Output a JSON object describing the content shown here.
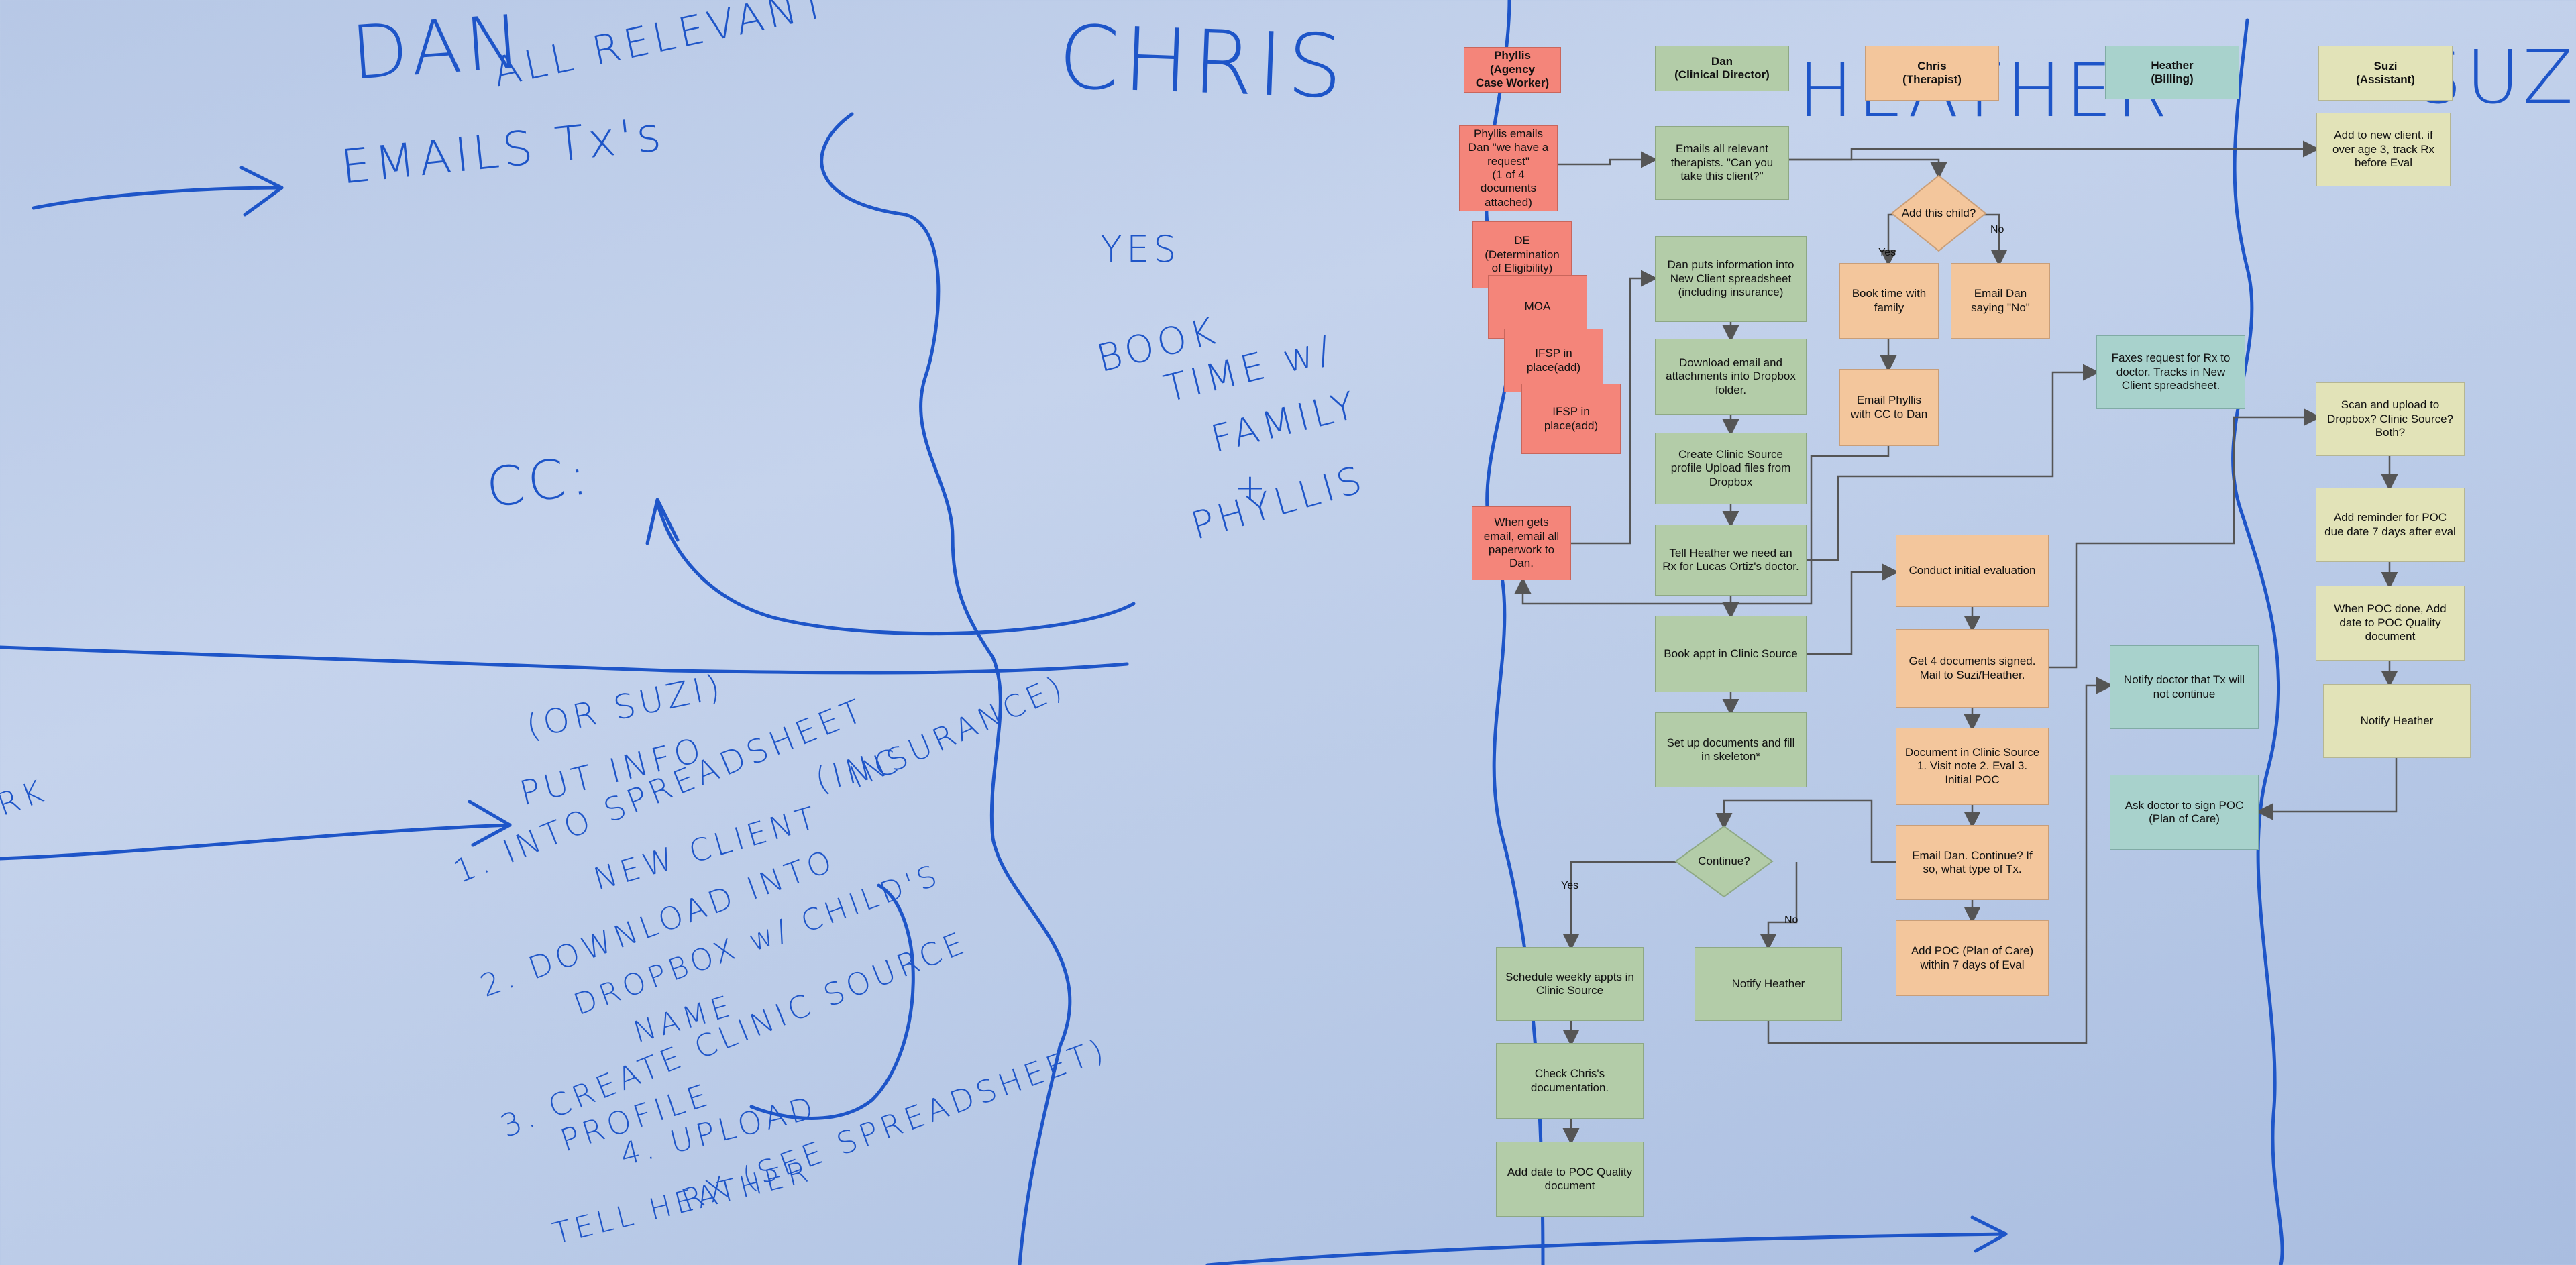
{
  "colors": {
    "ink": "#1e55c8",
    "phyllis": "#f4857a",
    "dan": "#b3cca8",
    "chris": "#f3c69c",
    "heather": "#a8d2cc",
    "suzi": "#e2e3b8"
  },
  "handwriting": {
    "dan": "DAN",
    "all_relevant": "ALL RELEVANT",
    "emails_txs": "EMAILS Tx's",
    "chris": "CHRIS",
    "yes": "YES",
    "book_time": "BOOK",
    "time_w": "TIME w/",
    "family": "FAMILY",
    "plus": "+",
    "phyllis": "PHYLLIS",
    "cc": "CC:",
    "or_suzi": "(OR SUZI)",
    "put_info": "PUT INFO",
    "into_spreadsheet": "1. INTO SPREADSHEET",
    "new_client": "NEW CLIENT",
    "inc": "(INC",
    "insurance": "INSURANCE)",
    "download_into": "2. DOWNLOAD INTO",
    "dropbox": "DROPBOX w/ CHILD'S",
    "name": "NAME",
    "create_cs": "3. CREATE CLINIC SOURCE",
    "profile": "PROFILE",
    "upload": "4. UPLOAD",
    "tell_heather": "TELL HEATHER",
    "rx_see": "RX (SEE SPREADSHEET)",
    "rk": "RK",
    "heather_bg": "HEATHER",
    "suzi_bg": "SUZI"
  },
  "lanes": {
    "phyllis": "Phyllis (Agency\nCase Worker)",
    "dan": "Dan\n(Clinical Director)",
    "chris": "Chris\n(Therapist)",
    "heather": "Heather\n(Billing)",
    "suzi": "Suzi\n(Assistant)"
  },
  "nodes": {
    "p1": "Phyllis emails Dan \"we have a request\"\n(1 of 4 documents attached)",
    "p_de": "DE\n(Determination of Eligibility)",
    "p_moa": "MOA",
    "p_ifsp1": "IFSP in place(add)",
    "p_ifsp2": "IFSP in place(add)",
    "p_when": "When gets email, email all paperwork to Dan.",
    "d1": "Emails all relevant therapists. \"Can you take this client?\"",
    "d2": "Dan puts information into New Client spreadsheet (including insurance)",
    "d3": "Download email and attachments into Dropbox folder.",
    "d4": "Create Clinic Source profile Upload files from Dropbox",
    "d5": "Tell Heather we need an Rx for Lucas Ortiz's doctor.",
    "d6": "Book appt in Clinic Source",
    "d7": "Set up documents and fill in skeleton*",
    "d_continue": "Continue?",
    "d_sched": "Schedule weekly appts in Clinic Source",
    "d_check": "Check Chris's documentation.",
    "d_adddate": "Add date to POC Quality document",
    "d_notify": "Notify Heather",
    "c_add": "Add this child?",
    "c_book": "Book time with family",
    "c_no": "Email Dan saying \"No\"",
    "c_email": "Email Phyllis with CC to Dan",
    "c_eval": "Conduct initial evaluation",
    "c_get4": "Get 4 documents signed. Mail to Suzi/Heather.",
    "c_doc": "Document in Clinic Source\n1. Visit note 2. Eval 3. Initial POC",
    "c_emaildan": "Email Dan. Continue? If so, what type of Tx.",
    "c_addpoc": "Add POC (Plan of Care) within 7 days of Eval",
    "h_fax": "Faxes request for Rx to doctor. Tracks in New Client spreadsheet.",
    "h_notify": "Notify doctor that Tx will not continue",
    "h_ask": "Ask doctor to sign POC (Plan of Care)",
    "s_add": "Add to new client.  if over age 3, track Rx before Eval",
    "s_scan": "Scan and upload to Dropbox? Clinic Source? Both?",
    "s_remind": "Add reminder for POC due date 7 days after eval",
    "s_when": "When POC done, Add date to POC Quality document",
    "s_notify": "Notify Heather"
  },
  "edge_labels": {
    "yes": "Yes",
    "no": "No"
  }
}
